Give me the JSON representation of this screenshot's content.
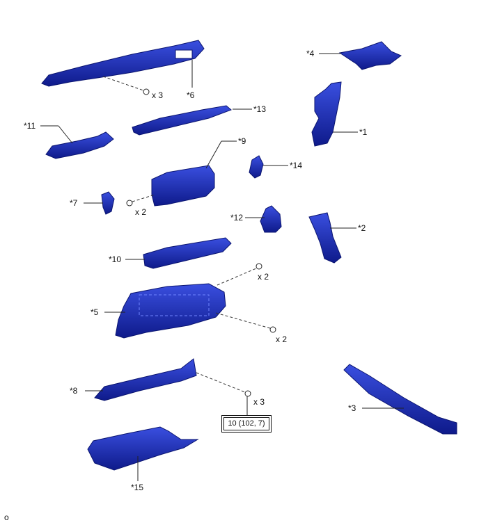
{
  "parts": {
    "p1": "*1",
    "p2": "*2",
    "p3": "*3",
    "p4": "*4",
    "p5": "*5",
    "p6": "*6",
    "p7": "*7",
    "p8": "*8",
    "p9": "*9",
    "p10": "*10",
    "p11": "*11",
    "p12": "*12",
    "p13": "*13",
    "p14": "*14",
    "p15": "*15"
  },
  "fasteners": {
    "q6": "x 3",
    "q7": "x 2",
    "q5a": "x 2",
    "q5b": "x 2",
    "q8": "x 3"
  },
  "torque": "10 (102, 7)",
  "code": "o",
  "colors": {
    "part": "#1a2fb8",
    "part_dark": "#0b1570",
    "line": "#333333"
  }
}
